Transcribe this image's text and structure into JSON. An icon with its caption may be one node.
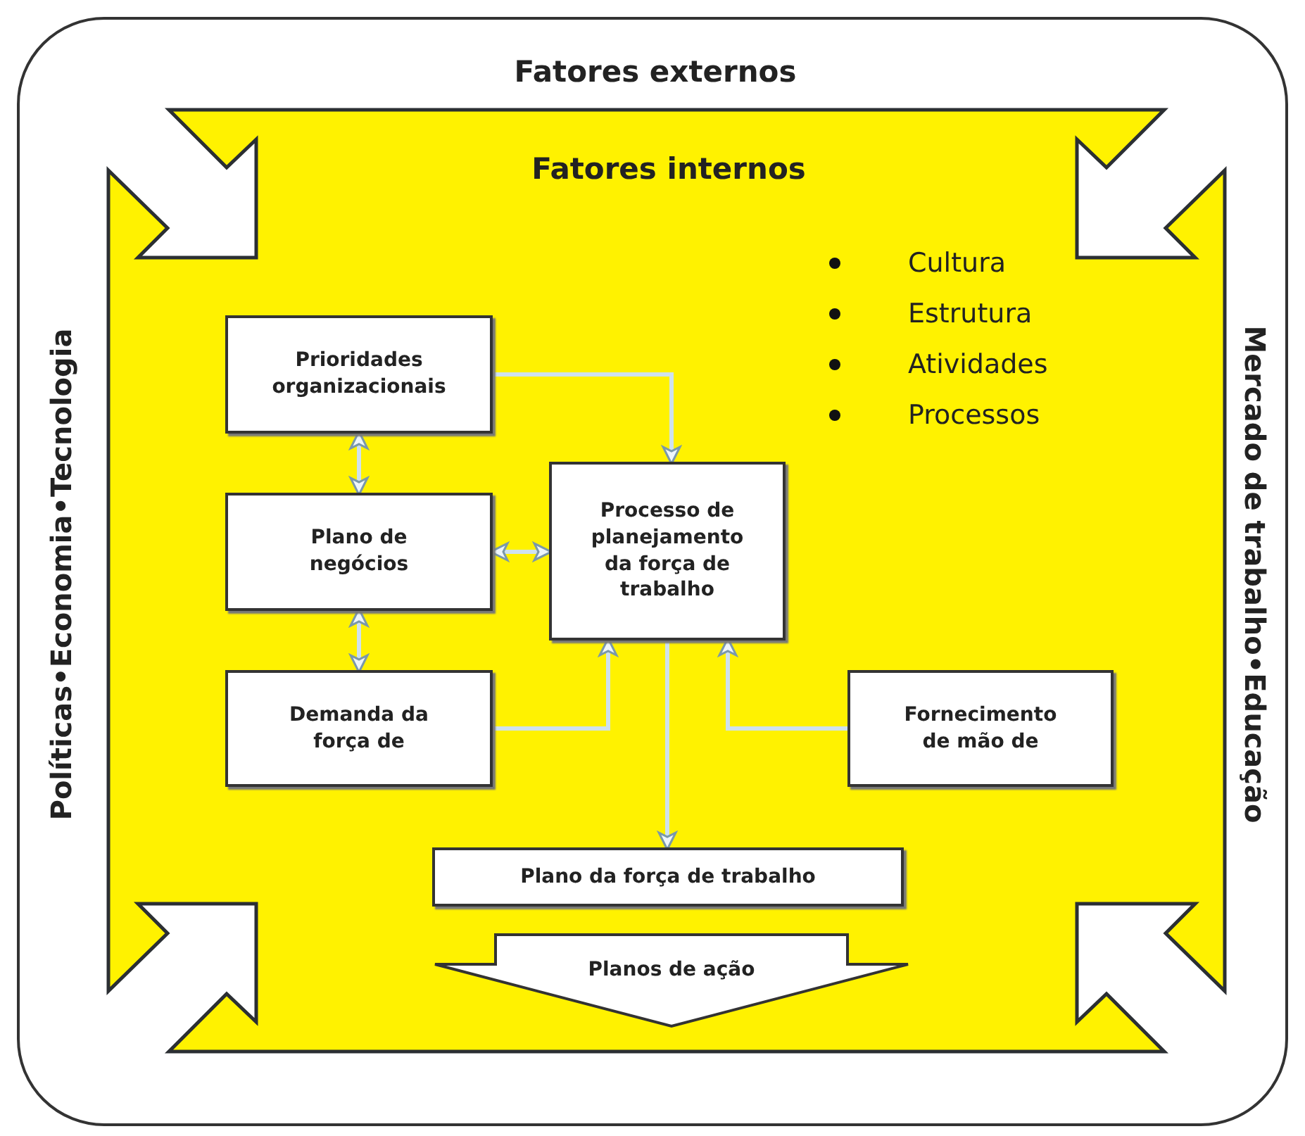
{
  "diagram": {
    "nodes": [
      {
        "text": [
          "Fatores externos",
          "Políticas•Economia•Tecnologia",
          "Mercado de trabalho•Educação"
        ]
      },
      {
        "text": [
          "Fatores internos",
          "Cultura",
          "Estrutura",
          "Atividades",
          "Processos"
        ],
        "in": 0
      },
      {
        "text": [
          "Prioridades organizacionais"
        ],
        "in": 1
      },
      {
        "text": [
          "Plano de negócios"
        ],
        "in": 1
      },
      {
        "text": [
          "Demanda da força de"
        ],
        "in": 1
      },
      {
        "text": [
          "Processo de planejamento da força de trabalho"
        ],
        "in": 1
      },
      {
        "text": [
          "Fornecimento de mão de"
        ],
        "in": 1
      },
      {
        "text": [
          "Plano da força de trabalho"
        ],
        "in": 1
      },
      {
        "text": [
          "Planos de ação"
        ],
        "in": 1
      }
    ],
    "edges": [
      {
        "from": 2,
        "to": 5,
        "arrow": "to"
      },
      {
        "from": 2,
        "to": 3,
        "arrow": "both"
      },
      {
        "from": 3,
        "to": 5,
        "arrow": "both"
      },
      {
        "from": 3,
        "to": 4,
        "arrow": "both"
      },
      {
        "from": 4,
        "to": 5,
        "arrow": "to"
      },
      {
        "from": 6,
        "to": 5,
        "arrow": "to"
      },
      {
        "from": 5,
        "to": 7,
        "arrow": "to"
      }
    ]
  }
}
